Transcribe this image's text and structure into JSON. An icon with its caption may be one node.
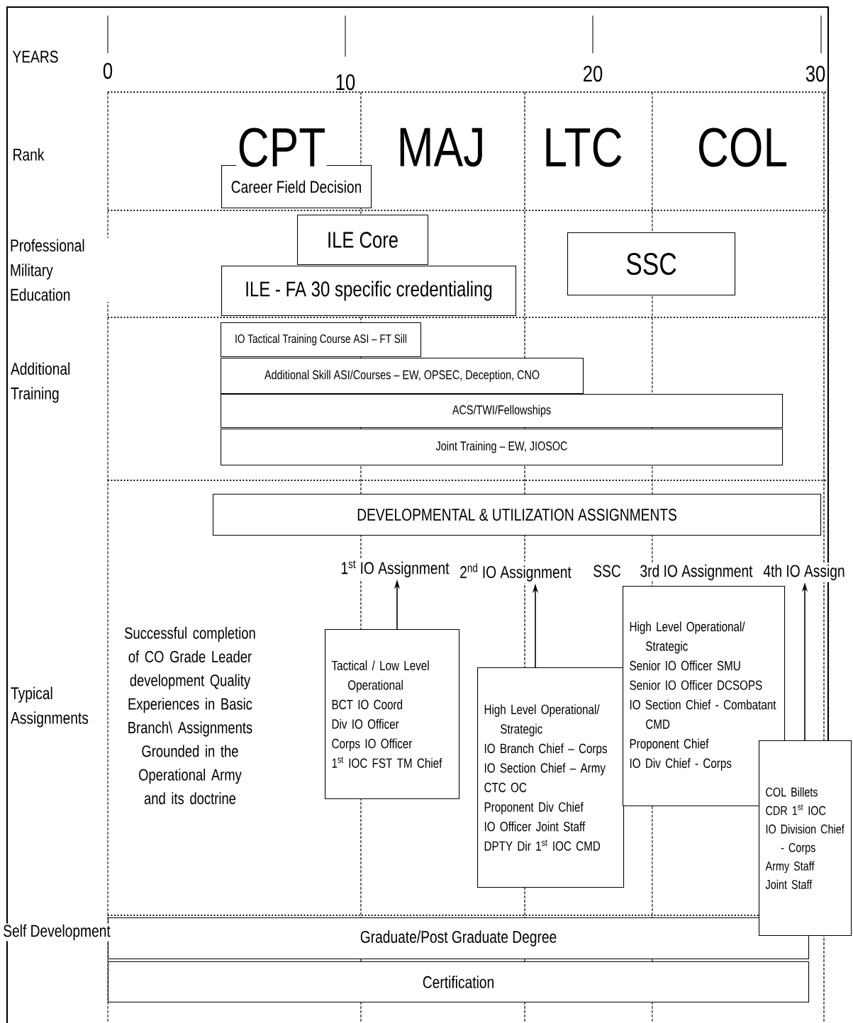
{
  "diagram": {
    "nodes": [
      {
        "text": [
          "Career Field Decision"
        ]
      },
      {
        "text": [
          "ILE Core"
        ]
      },
      {
        "text": [
          "ILE - FA 30 specific credentialing"
        ]
      },
      {
        "text": [
          "SSC"
        ]
      },
      {
        "text": [
          "IO Tactical Training Course ASI – FT Sill"
        ]
      },
      {
        "text": [
          "Additional Skill ASI/Courses – EW, OPSEC, Deception, CNO"
        ]
      },
      {
        "text": [
          "ACS/TWI/Fellowships"
        ]
      },
      {
        "text": [
          "Joint Training – EW, JIOSOC"
        ]
      },
      {
        "text": [
          "DEVELOPMENTAL &  UTILIZATION ASSIGNMENTS"
        ]
      },
      {
        "text": [
          "1$^{st}$ IO Assignment"
        ]
      },
      {
        "text": [
          "2$^{nd}$ IO Assignment"
        ]
      },
      {
        "text": [
          "4th IO Assign"
        ]
      },
      {
        "text": [
          "Tactical / Low Level Operational",
          "BCT IO Coord",
          "Div IO Officer",
          "Corps IO Officer",
          "1$^{st}$ IOC FST TM Chief"
        ]
      },
      {
        "text": [
          "High Level Operational/ Strategic",
          "IO Branch Chief – Corps",
          "IO Section Chief – Army",
          "CTC OC",
          "Proponent Div Chief",
          "IO Officer Joint Staff",
          "DPTY Dir 1$^{st}$ IOC CMD"
        ]
      },
      {
        "text": [
          "High Level Operational/ Strategic",
          "Senior IO Officer SMU",
          "Senior IO Officer DCSOPS",
          "IO Section Chief - Combatant CMD",
          "Proponent Chief",
          "IO Div Chief - Corps"
        ]
      },
      {
        "text": [
          "COL Billets",
          "CDR 1$^{st}$ IOC",
          "IO Division Chief - Corps",
          "Army Staff",
          "Joint Staff"
        ]
      },
      {
        "text": [
          "Graduate/Post Graduate Degree"
        ]
      },
      {
        "text": [
          "Certification"
        ]
      }
    ],
    "edges": [
      {
        "from": 12,
        "to": 9,
        "arrow": "to"
      },
      {
        "from": 13,
        "to": 10,
        "arrow": "to"
      },
      {
        "from": 15,
        "to": 11,
        "arrow": "to"
      }
    ],
    "labels": [
      "YEARS",
      "0",
      "10",
      "20",
      "30",
      "Rank",
      "CPT",
      "MAJ",
      "LTC",
      "COL",
      "Professional Military Education",
      "Additional Training",
      "SSC",
      "3rd IO Assignment",
      "Successful completion of CO Grade Leader development Quality Experiences in Basic Branch\\ Assignments Grounded in the Operational Army and its doctrine",
      "Typical Assignments",
      "Self Development"
    ]
  }
}
